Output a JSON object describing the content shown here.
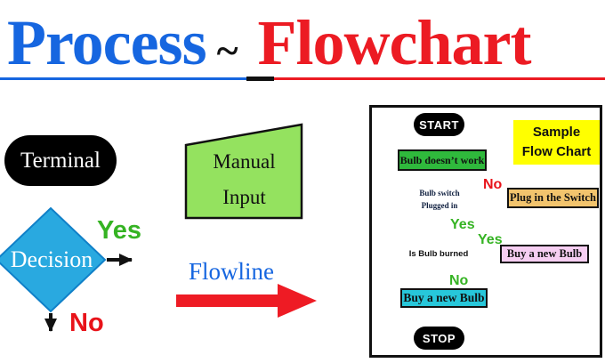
{
  "title": {
    "word1": "Process",
    "separator": "~",
    "word2": "Flowchart"
  },
  "symbols": {
    "terminal": {
      "label": "Terminal"
    },
    "manual_input": {
      "line1": "Manual",
      "line2": "Input"
    },
    "decision": {
      "label": "Decision",
      "yes": "Yes",
      "no": "No"
    },
    "flowline": {
      "label": "Flowline"
    }
  },
  "sample_chart": {
    "heading": {
      "line1": "Sample",
      "line2": "Flow Chart"
    },
    "start": "START",
    "step_bulb": "Bulb doesn’t work",
    "decision_switch": {
      "line1": "Bulb switch",
      "line2": "Plugged in",
      "no": "No",
      "yes": "Yes"
    },
    "action_plug": "Plug in the Switch",
    "decision_burned": {
      "label": "Is Bulb burned",
      "yes": "Yes",
      "no": "No"
    },
    "action_buy_pink": "Buy a new Bulb",
    "action_buy_cyan": "Buy a new Bulb",
    "stop": "STOP"
  },
  "colors": {
    "title_blue": "#1666E0",
    "title_red": "#EC1B23",
    "terminal_black": "#000000",
    "decision_fill": "#29A9E0",
    "decision_stroke": "#1080C8",
    "manual_fill": "#94E25F",
    "yes_green": "#35B323",
    "no_red": "#E8131A",
    "flowline_red": "#EE1B24",
    "sample_yellow": "#FFFF00",
    "process_green": "#2FB93C",
    "switch_fill": "#29A9E0",
    "plug_tan": "#F2C46D",
    "burned_fill": "#ECA871",
    "buy_pink": "#F6CEF2",
    "buy_cyan": "#27C7DA",
    "connector_red": "#E02424"
  }
}
